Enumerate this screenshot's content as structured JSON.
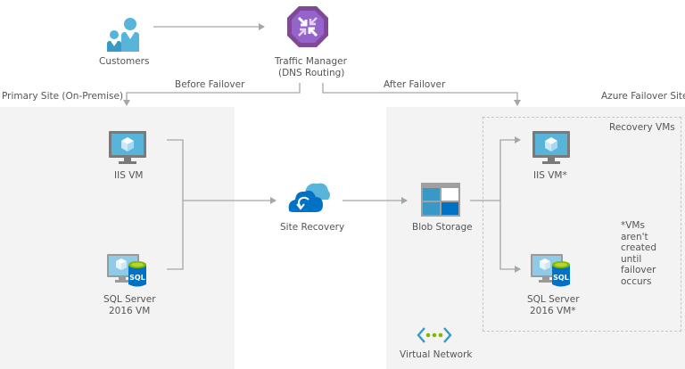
{
  "nodes": {
    "customers": {
      "label": "Customers"
    },
    "traffic_manager": {
      "label_line1": "Traffic Manager",
      "label_line2": "(DNS Routing)"
    },
    "primary_iis_vm": {
      "label": "IIS VM"
    },
    "primary_sql_vm": {
      "label_line1": "SQL Server",
      "label_line2": "2016 VM"
    },
    "site_recovery": {
      "label": "Site Recovery"
    },
    "blob_storage": {
      "label": "Blob Storage"
    },
    "recovery_iis_vm": {
      "label": "IIS VM*"
    },
    "recovery_sql_vm": {
      "label_line1": "SQL Server",
      "label_line2": "2016 VM*"
    },
    "virtual_network": {
      "label": "Virtual Network"
    }
  },
  "regions": {
    "primary_site": {
      "label": "Primary Site (On-Premise)"
    },
    "azure_site": {
      "label": "Azure Failover Site"
    },
    "recovery_vms": {
      "label": "Recovery VMs"
    }
  },
  "edges": {
    "before_failover": {
      "label": "Before Failover"
    },
    "after_failover": {
      "label": "After Failover"
    }
  },
  "note": {
    "text": "*VMs\naren't\ncreated\nuntil\nfailover\noccurs"
  },
  "icons": {
    "sql_badge": "SQL"
  },
  "colors": {
    "region_bg": "#f3f3f3",
    "line": "#a6a6a6",
    "azure_blue": "#0072c6",
    "light_blue": "#59b4d9",
    "purple": "#804998",
    "green": "#7fba00"
  }
}
